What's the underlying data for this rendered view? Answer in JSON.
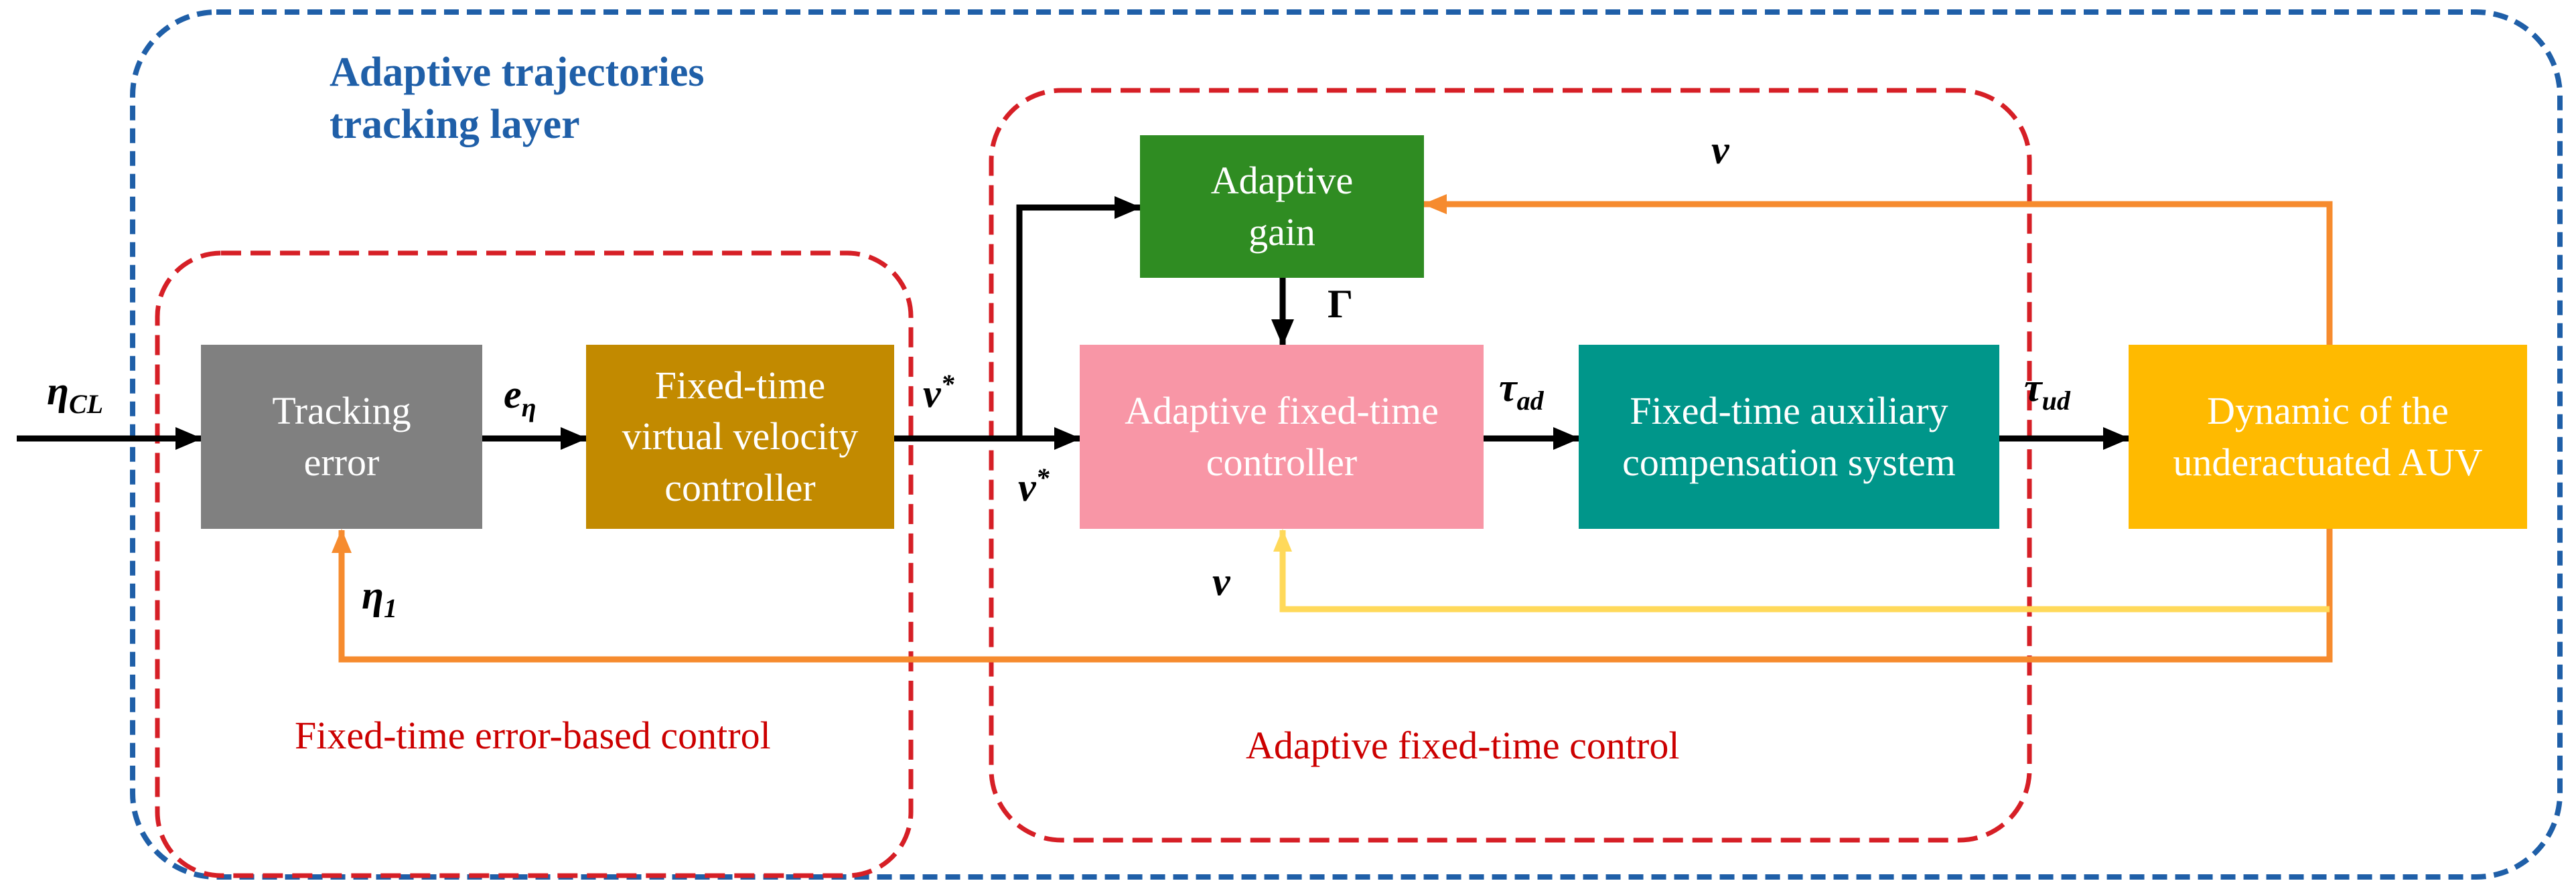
{
  "colors": {
    "outer_border": "#1f5fa8",
    "group_border": "#d61f26",
    "tracking_error": "#808080",
    "virtual_velocity_controller": "#c28a00",
    "adaptive_gain": "#2f8c22",
    "adaptive_controller": "#f896a6",
    "auxiliary_compensation": "#00968a",
    "auv_dynamics": "#ffba00",
    "signal_black": "#000000",
    "feedback_orange": "#f68b2e",
    "feedback_yellow": "#ffd95a"
  },
  "groups": {
    "outer": "Adaptive trajectories\ntracking layer",
    "error_based": "Fixed-time error-based control",
    "adaptive": "Adaptive fixed-time control"
  },
  "blocks": {
    "tracking_error": "Tracking\nerror",
    "virtual_velocity_controller": "Fixed-time\nvirtual velocity\ncontroller",
    "adaptive_gain": "Adaptive\ngain",
    "adaptive_controller": "Adaptive fixed-time\ncontroller",
    "auxiliary_compensation": "Fixed-time auxiliary\ncompensation system",
    "auv_dynamics": "Dynamic of the\nunderactuated AUV"
  },
  "signals": {
    "eta_cl": {
      "base": "η",
      "sub": "CL"
    },
    "e_eta": {
      "base": "e",
      "sub": "η"
    },
    "v_star_top": {
      "base": "v",
      "sup": "*"
    },
    "v_star_bottom": {
      "base": "v",
      "sup": "*"
    },
    "gamma": "Γ",
    "tau_ad": {
      "base": "τ",
      "sub": "ad"
    },
    "tau_ud": {
      "base": "τ",
      "sub": "ud"
    },
    "nu_top": "ν",
    "nu_bottom": "ν",
    "eta_1": {
      "base": "η",
      "sub": "1"
    }
  },
  "icons": [
    "arrowhead-icon"
  ]
}
